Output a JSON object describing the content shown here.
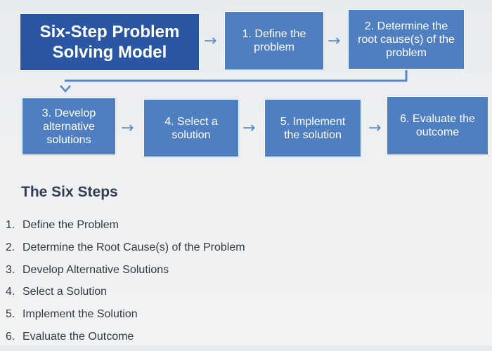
{
  "diagram": {
    "title": "Six-Step Problem Solving Model",
    "boxes": [
      "1. Define the problem",
      "2. Determine the root cause(s) of the problem",
      "3. Develop alternative solutions",
      "4. Select a solution",
      "5. Implement the solution",
      "6. Evaluate the outcome"
    ]
  },
  "section": {
    "heading": "The Six Steps",
    "steps": [
      {
        "num": "1.",
        "text": "Define the Problem"
      },
      {
        "num": "2.",
        "text": "Determine the Root Cause(s) of the Problem"
      },
      {
        "num": "3.",
        "text": "Develop Alternative Solutions"
      },
      {
        "num": "4.",
        "text": "Select a Solution"
      },
      {
        "num": "5.",
        "text": "Implement the Solution"
      },
      {
        "num": "6.",
        "text": "Evaluate the Outcome"
      }
    ]
  },
  "colors": {
    "title_box": "#2b56a3",
    "step_box": "#4f7fc1",
    "connector": "#5a88c6"
  }
}
